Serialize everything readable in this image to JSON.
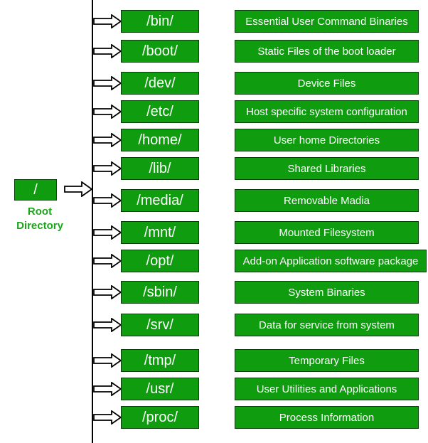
{
  "root": {
    "label": "/",
    "caption_line1": "Root",
    "caption_line2": "Directory"
  },
  "entries": [
    {
      "dir": "/bin/",
      "desc": "Essential User Command Binaries"
    },
    {
      "dir": "/boot/",
      "desc": "Static Files of the boot loader"
    },
    {
      "dir": "/dev/",
      "desc": "Device Files"
    },
    {
      "dir": "/etc/",
      "desc": "Host specific system configuration"
    },
    {
      "dir": "/home/",
      "desc": "User home Directories"
    },
    {
      "dir": "/lib/",
      "desc": "Shared Libraries"
    },
    {
      "dir": "/media/",
      "desc": "Removable Madia"
    },
    {
      "dir": "/mnt/",
      "desc": "Mounted Filesystem"
    },
    {
      "dir": "/opt/",
      "desc": "Add-on Application software package"
    },
    {
      "dir": "/sbin/",
      "desc": "System Binaries"
    },
    {
      "dir": "/srv/",
      "desc": "Data for service from system"
    },
    {
      "dir": "/tmp/",
      "desc": "Temporary Files"
    },
    {
      "dir": "/usr/",
      "desc": "User Utilities and Applications"
    },
    {
      "dir": "/proc/",
      "desc": "Process Information"
    }
  ],
  "colors": {
    "box": "#0f9d0f",
    "border": "#0a3d0a",
    "caption": "#1aa51a"
  }
}
